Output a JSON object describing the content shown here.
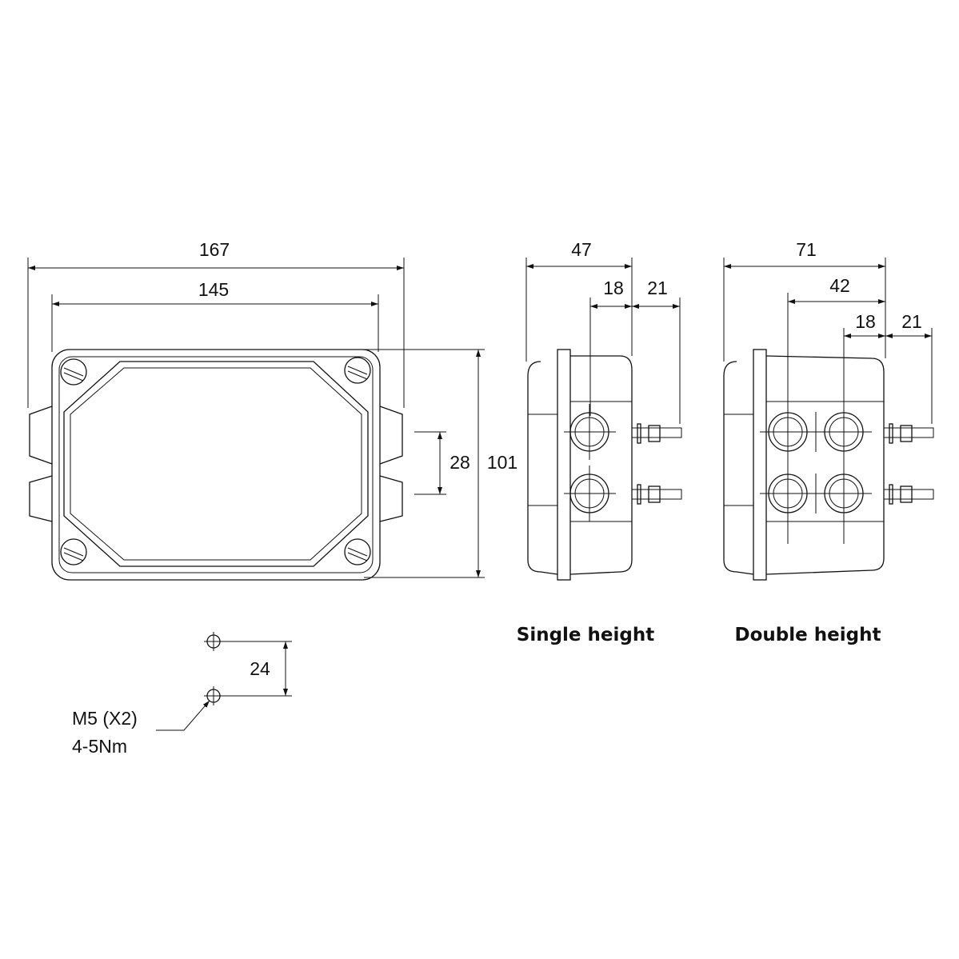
{
  "front_view": {
    "width_overall": "167",
    "width_body": "145",
    "height_overall": "101",
    "gland_spacing": "28"
  },
  "single_height": {
    "caption": "Single height",
    "depth": "47",
    "terminal_offset": "18",
    "stud_length": "21"
  },
  "double_height": {
    "caption": "Double height",
    "depth": "71",
    "terminal_offset_rear": "42",
    "terminal_offset_front": "18",
    "stud_length": "21"
  },
  "mounting": {
    "hole_spacing": "24",
    "screw_spec": "M5 (X2)",
    "torque": "4-5Nm"
  }
}
